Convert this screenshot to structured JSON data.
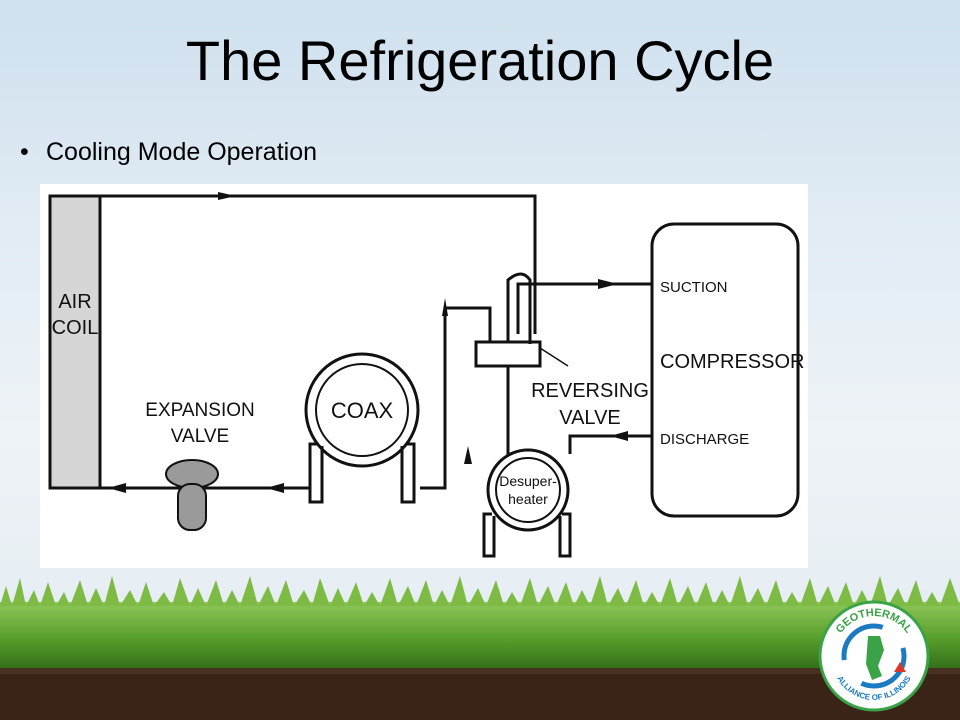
{
  "title": "The Refrigeration Cycle",
  "bullet": {
    "symbol": "•",
    "text": "Cooling Mode Operation"
  },
  "diagram": {
    "air_coil_line1": "AIR",
    "air_coil_line2": "COIL",
    "expansion_line1": "EXPANSION",
    "expansion_line2": "VALVE",
    "coax": "COAX",
    "reversing_line1": "REVERSING",
    "reversing_line2": "VALVE",
    "desuper_line1": "Desuper-",
    "desuper_line2": "heater",
    "suction": "SUCTION",
    "compressor": "COMPRESSOR",
    "discharge": "DISCHARGE"
  },
  "logo": {
    "top_text": "GEOTHERMAL",
    "bottom_text": "ALLIANCE OF ILLINOIS"
  },
  "colors": {
    "grass": "#5aa02c",
    "soil": "#3a2418",
    "coil_fill": "#d6d6d6",
    "logo_blue": "#1c7ac2",
    "logo_green": "#3aa348",
    "logo_red": "#d8362c"
  }
}
